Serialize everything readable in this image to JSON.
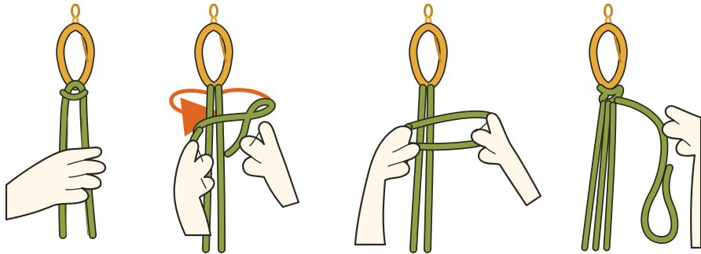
{
  "illustration": {
    "steps": [
      {
        "id": "step-1"
      },
      {
        "id": "step-2"
      },
      {
        "id": "step-3"
      },
      {
        "id": "step-4"
      }
    ]
  },
  "colors": {
    "background": "#ffffff",
    "rope": "#8ea044",
    "rope_dark": "#5f7a26",
    "carabiner": "#e7aa38",
    "carabiner_dark": "#c38922",
    "arrow": "#e0661f",
    "skin": "#fff7ea",
    "ink": "#2a2a1f"
  },
  "icons": [
    "carabiner-icon",
    "rope-icon",
    "hand-icon",
    "rotation-arrow-icon"
  ]
}
